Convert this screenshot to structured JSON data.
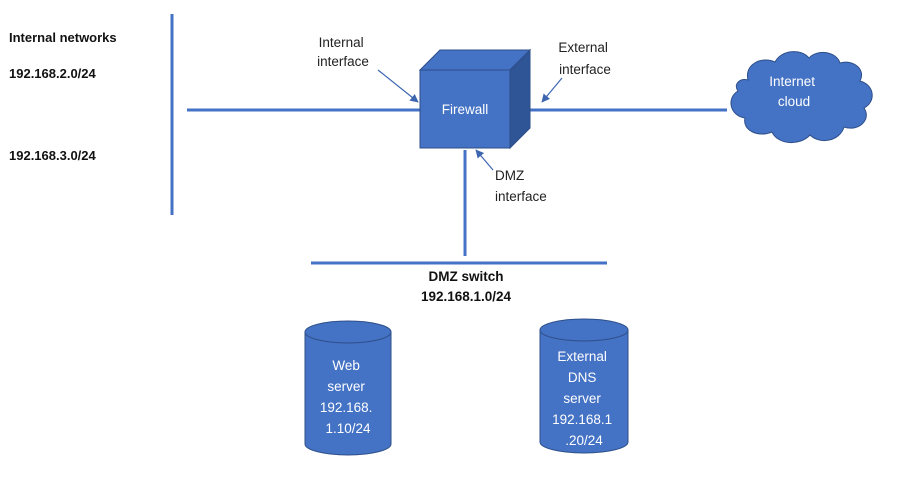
{
  "colors": {
    "line": "#4472c4",
    "shape_fill": "#4472c4",
    "shape_dark": "#2f5597",
    "shape_stroke": "#2e4f8a",
    "arrow": "#3d66b0",
    "label_text": "#111111",
    "inner_text": "#ffffff"
  },
  "internal_networks": {
    "title": "Internal networks",
    "subnet_1": "192.168.2.0/24",
    "subnet_2": "192.168.3.0/24"
  },
  "firewall": {
    "label": "Firewall",
    "internal_interface": [
      "Internal",
      "interface"
    ],
    "external_interface": [
      "External",
      "interface"
    ],
    "dmz_interface": [
      "DMZ",
      "interface"
    ]
  },
  "internet_cloud": {
    "label": [
      "Internet",
      "cloud"
    ]
  },
  "dmz_switch": {
    "title": "DMZ switch",
    "subnet": "192.168.1.0/24"
  },
  "web_server": {
    "label": [
      "Web",
      "server",
      "192.168.",
      "1.10/24"
    ]
  },
  "dns_server": {
    "label": [
      "External",
      "DNS",
      "server",
      "192.168.1",
      ".20/24"
    ]
  }
}
